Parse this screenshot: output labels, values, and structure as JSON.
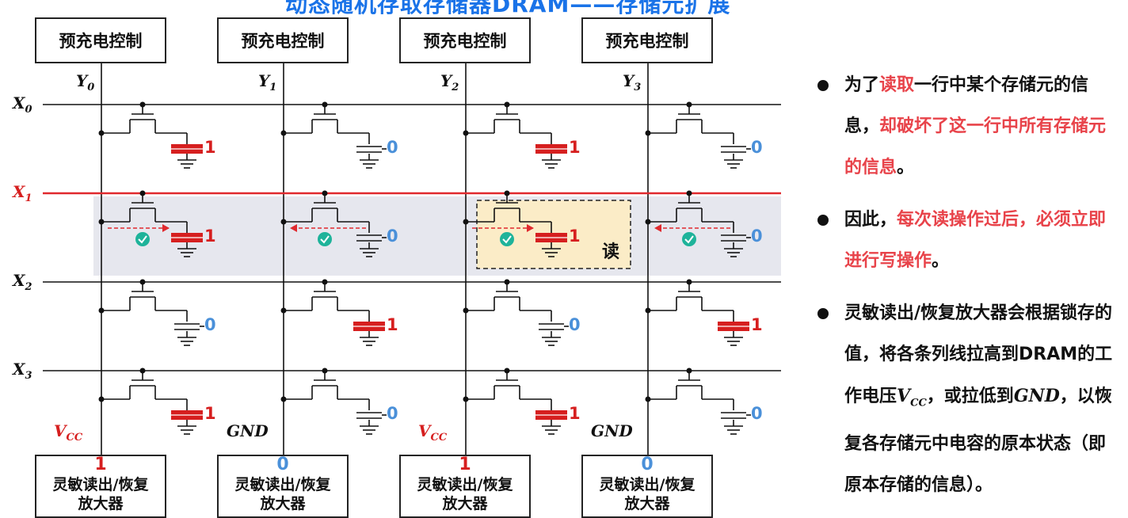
{
  "title": "动态随机存取存储器DRAM——存储元扩展",
  "precharge_label": "预充电控制",
  "amplifier_label": "灵敏读出/恢复放大器",
  "amplifier_label_line1": "灵敏读出/恢复",
  "amplifier_label_line2": "放大器",
  "column_labels": [
    {
      "main": "Y",
      "sub": "0"
    },
    {
      "main": "Y",
      "sub": "1"
    },
    {
      "main": "Y",
      "sub": "2"
    },
    {
      "main": "Y",
      "sub": "3"
    }
  ],
  "row_labels": [
    {
      "main": "X",
      "sub": "0"
    },
    {
      "main": "X",
      "sub": "1"
    },
    {
      "main": "X",
      "sub": "2"
    },
    {
      "main": "X",
      "sub": "3"
    }
  ],
  "active_row": 1,
  "read_column": 2,
  "read_label": "读",
  "cell_values": [
    [
      "1",
      "0",
      "1",
      "0"
    ],
    [
      "1",
      "0",
      "1",
      "0"
    ],
    [
      "0",
      "1",
      "0",
      "1"
    ],
    [
      "1",
      "0",
      "1",
      "0"
    ]
  ],
  "bottom_supply": [
    {
      "main": "V",
      "sub": "CC"
    },
    {
      "main": "GND",
      "sub": ""
    },
    {
      "main": "V",
      "sub": "CC"
    },
    {
      "main": "GND",
      "sub": ""
    }
  ],
  "amplifier_values": [
    "1",
    "0",
    "1",
    "0"
  ],
  "colors": {
    "one": "#d61f1f",
    "zero": "#4a90d9",
    "active_line": "#e0292e",
    "highlight_band": "#e6e7ee",
    "read_box": "#fbecc7",
    "check": "#1eb39a",
    "title": "#1a73e8"
  },
  "notes": {
    "p1_a": "为了",
    "p1_b": "读取",
    "p1_c": "一行中某个存储元的信息，",
    "p1_d": "却破坏了这一行中所有存储元的信息",
    "p1_e": "。",
    "p2_a": "因此，",
    "p2_b": "每次读操作过后，必须立即进行写操作",
    "p2_c": "。",
    "p3_a": "灵敏读出/恢复放大器会根据锁存的值，将各条列线拉高到DRAM的工作电压",
    "p3_vcc_main": "V",
    "p3_vcc_sub": "CC",
    "p3_b": "，或拉低到",
    "p3_gnd": "GND",
    "p3_c": "，以恢复各存储元中电容的原本状态（即原本存储的信息）。"
  }
}
